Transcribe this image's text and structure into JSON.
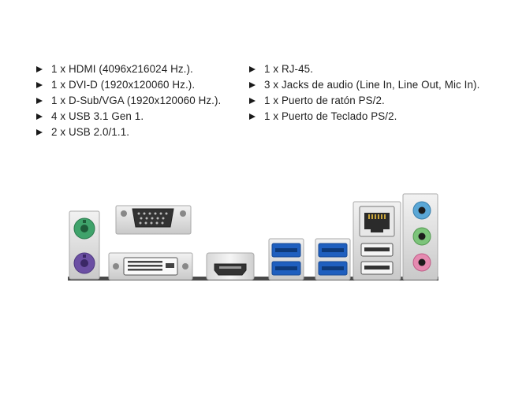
{
  "specs_left": [
    "1 x HDMI (4096x216024 Hz.).",
    "1 x DVI-D (1920x120060 Hz.).",
    "1 x D-Sub/VGA (1920x120060 Hz.).",
    "4 x USB 3.1 Gen 1.",
    "2 x USB 2.0/1.1."
  ],
  "specs_right": [
    "1 x RJ-45.",
    "3 x Jacks de audio (Line In, Line Out, Mic In).",
    "1 x Puerto de ratón PS/2.",
    "1 x Puerto de Teclado PS/2."
  ],
  "icons": {
    "bullet": "arrow-bullet-icon"
  },
  "colors": {
    "ps2_mouse": "#3fa36b",
    "ps2_keyboard": "#6b4fa3",
    "usb3": "#1f5fbf",
    "audio_line_in": "#5aa7d6",
    "audio_line_out": "#7cc47a",
    "audio_mic": "#e58ab0",
    "panel": "#4a4a4a"
  }
}
